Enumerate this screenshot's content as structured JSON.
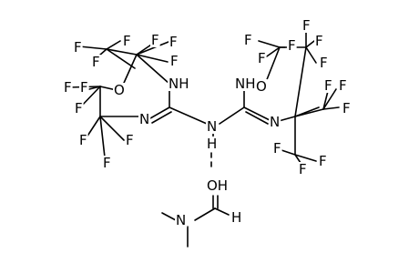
{
  "structure": {
    "atom_labels": {
      "fluorine": "F",
      "oxygen": "O",
      "nitrogen": "N",
      "amine": "NH",
      "hydrogen": "H",
      "hydroxyl": "OH"
    },
    "colors": {
      "line": "#000000",
      "background": "#ffffff"
    }
  }
}
